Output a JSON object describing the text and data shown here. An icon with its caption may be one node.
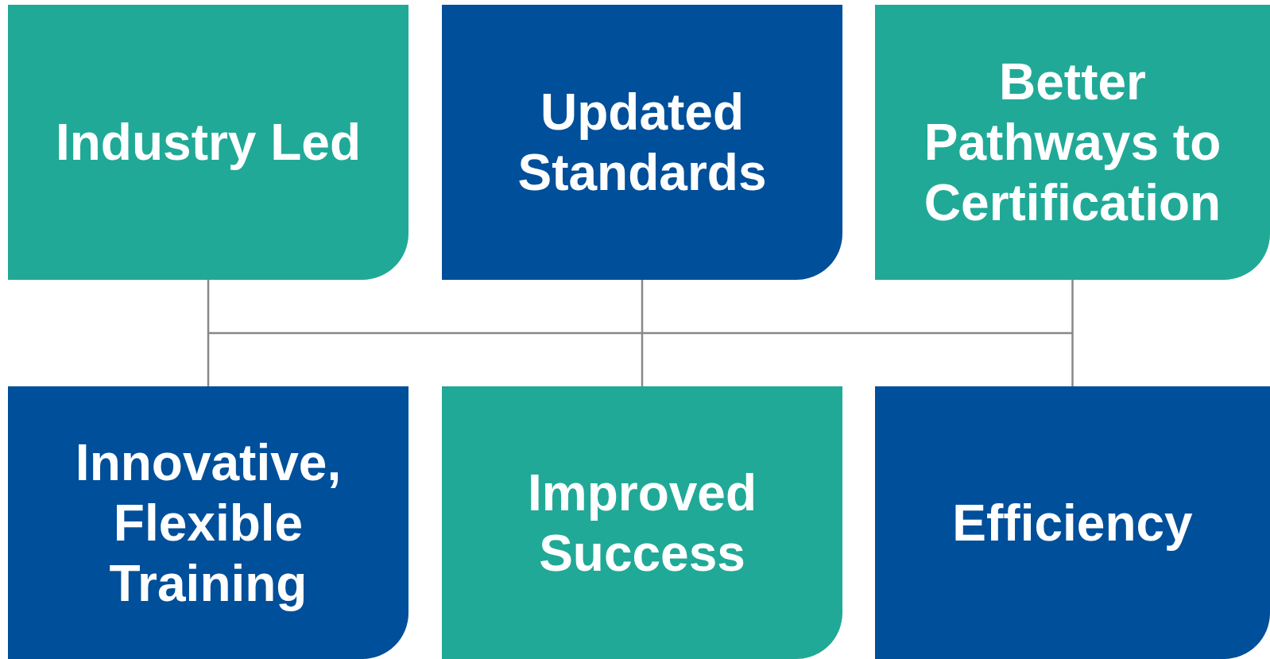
{
  "diagram": {
    "nodes": [
      {
        "text": [
          "Industry Led"
        ]
      },
      {
        "text": [
          "Updated Standards"
        ]
      },
      {
        "text": [
          "Better Pathways to Certification"
        ]
      },
      {
        "text": [
          "Innovative, Flexible Training"
        ]
      },
      {
        "text": [
          "Improved Success"
        ]
      },
      {
        "text": [
          "Efficiency"
        ]
      }
    ],
    "edges": [
      {
        "from": 0,
        "to": 3,
        "arrow": "none"
      },
      {
        "from": 0,
        "to": 4,
        "arrow": "none"
      },
      {
        "from": 0,
        "to": 5,
        "arrow": "none"
      },
      {
        "from": 1,
        "to": 3,
        "arrow": "none"
      },
      {
        "from": 1,
        "to": 4,
        "arrow": "none"
      },
      {
        "from": 1,
        "to": 5,
        "arrow": "none"
      },
      {
        "from": 2,
        "to": 3,
        "arrow": "none"
      },
      {
        "from": 2,
        "to": 4,
        "arrow": "none"
      },
      {
        "from": 2,
        "to": 5,
        "arrow": "none"
      }
    ]
  }
}
